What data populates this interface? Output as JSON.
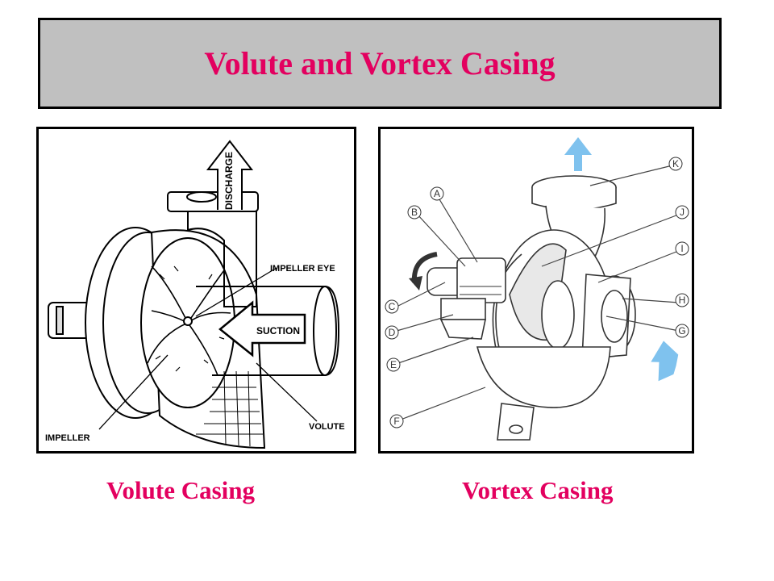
{
  "slide": {
    "title": "Volute and Vortex Casing",
    "title_color": "#e3005f",
    "title_bg": "#c0c0c0"
  },
  "left_figure": {
    "caption": "Volute Casing",
    "labels": {
      "discharge": "DISCHARGE",
      "impeller_eye": "IMPELLER EYE",
      "suction": "SUCTION",
      "impeller": "IMPELLER",
      "volute": "VOLUTE"
    }
  },
  "right_figure": {
    "caption": "Vortex Casing",
    "part_letters": [
      "A",
      "B",
      "C",
      "D",
      "E",
      "F",
      "G",
      "H",
      "I",
      "J",
      "K"
    ],
    "arrow_color": "#7fc2ee"
  }
}
